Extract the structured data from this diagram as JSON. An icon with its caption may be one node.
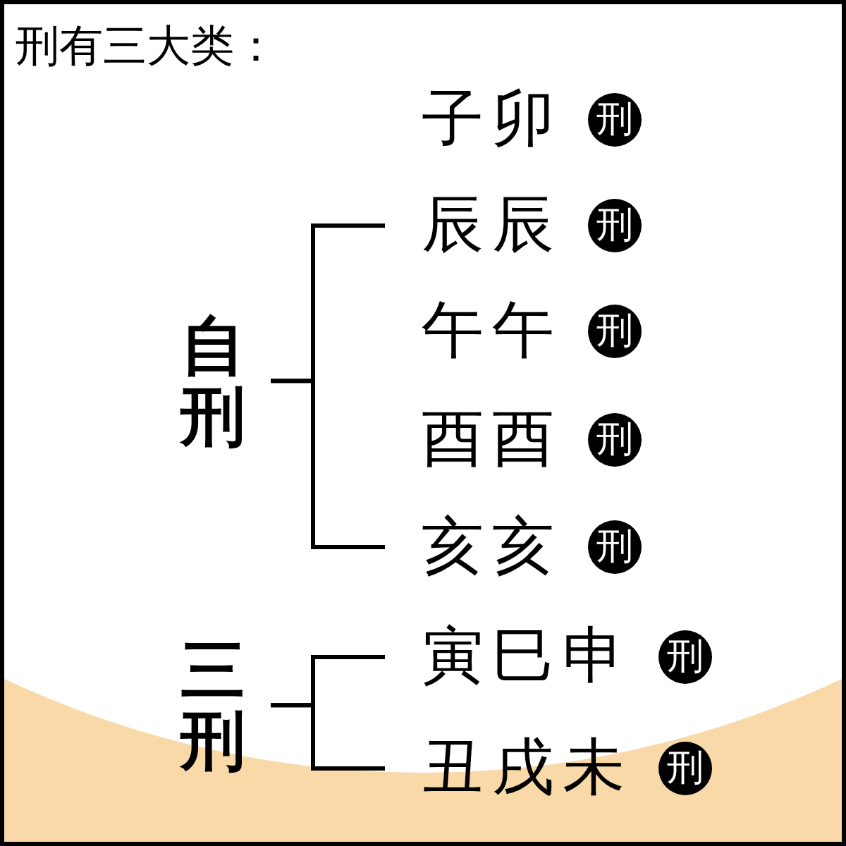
{
  "diagram": {
    "title": "刑有三大类：",
    "nodes": [
      {
        "text": [
          "子卯"
        ],
        "beside": [
          "刑"
        ]
      },
      {
        "text": [
          "辰辰"
        ],
        "beside": [
          "刑"
        ]
      },
      {
        "text": [
          "午午"
        ],
        "beside": [
          "刑"
        ]
      },
      {
        "text": [
          "自刑"
        ]
      },
      {
        "text": [
          "酉酉"
        ],
        "beside": [
          "刑"
        ]
      },
      {
        "text": [
          "亥亥"
        ],
        "beside": [
          "刑"
        ]
      },
      {
        "text": [
          "三刑"
        ]
      },
      {
        "text": [
          "寅巳申"
        ],
        "beside": [
          "刑"
        ]
      },
      {
        "text": [
          "丑戌未"
        ],
        "beside": [
          "刑"
        ]
      }
    ],
    "edges": [
      {
        "from": 3,
        "to": 1,
        "arrow": "none"
      },
      {
        "from": 3,
        "to": 5,
        "arrow": "none"
      },
      {
        "from": 6,
        "to": 7,
        "arrow": "none"
      },
      {
        "from": 6,
        "to": 8,
        "arrow": "none"
      }
    ]
  }
}
